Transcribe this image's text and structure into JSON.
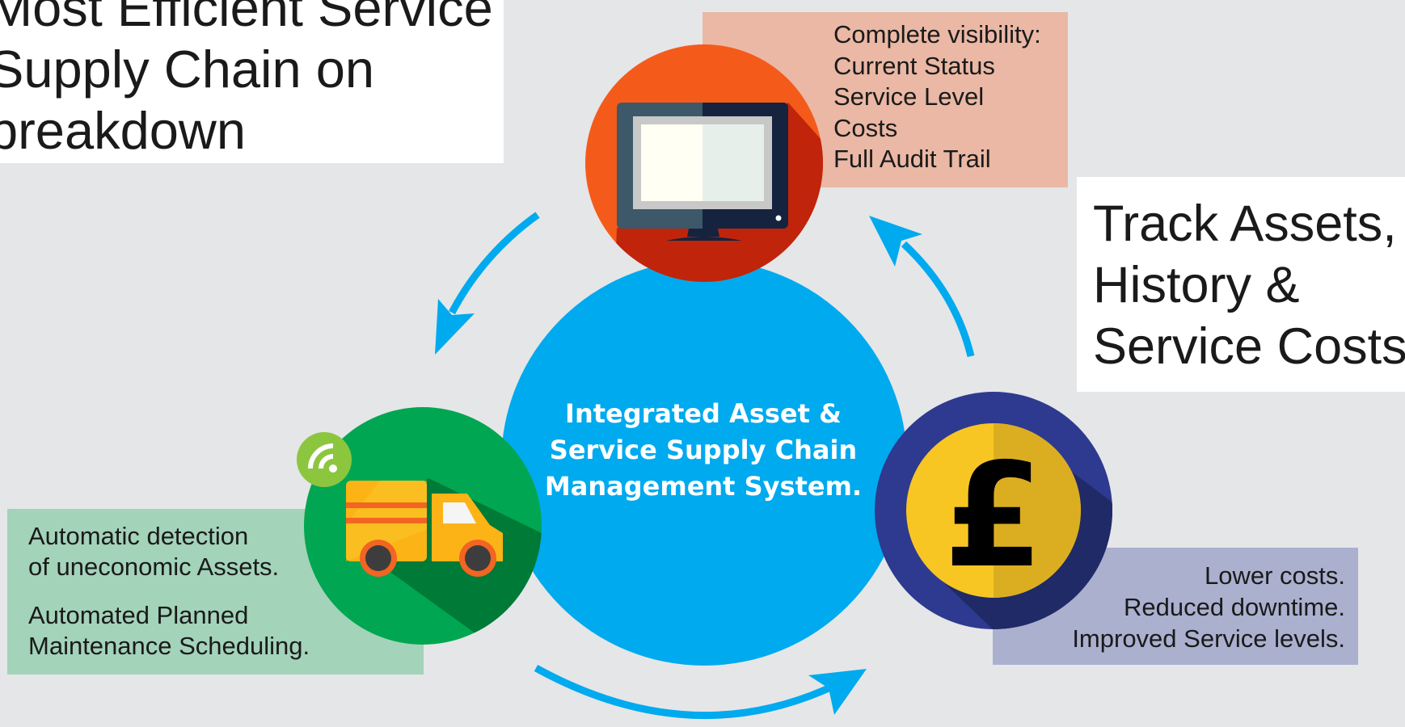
{
  "title": {
    "lines": [
      "Most Efficient Service",
      "Supply Chain on",
      "breakdown"
    ]
  },
  "center": {
    "lines": [
      "Integrated Asset &",
      "Service Supply Chain",
      "Management System."
    ]
  },
  "right_title": {
    "lines": [
      "Track Assets,",
      "History &",
      "Service Costs"
    ]
  },
  "visibility_note": {
    "lines": [
      "Complete visibility:",
      "Current Status",
      "Service Level",
      "Costs",
      "Full Audit Trail"
    ]
  },
  "detection_note": {
    "paragraph1": [
      "Automatic detection",
      "of uneconomic Assets."
    ],
    "paragraph2": [
      "Automated Planned",
      "Maintenance Scheduling."
    ]
  },
  "benefits_note": {
    "lines": [
      "Lower costs.",
      "Reduced downtime.",
      "Improved Service levels."
    ]
  },
  "icons": {
    "computer": "computer-monitor-icon",
    "truck": "delivery-truck-icon",
    "wifi": "wifi-signal-icon",
    "pound": "pound-sterling-icon"
  },
  "colors": {
    "background": "#e5e6e8",
    "center_circle": "#00aaee",
    "arrows": "#00aaee",
    "computer_circle": "#f45b1b",
    "truck_circle": "#00a651",
    "pound_circle": "#2e3a8f",
    "coin": "#f8c623",
    "visibility_note": "#eab8a5",
    "detection_note": "#a3d3b9",
    "benefits_note": "#abb0cf"
  }
}
